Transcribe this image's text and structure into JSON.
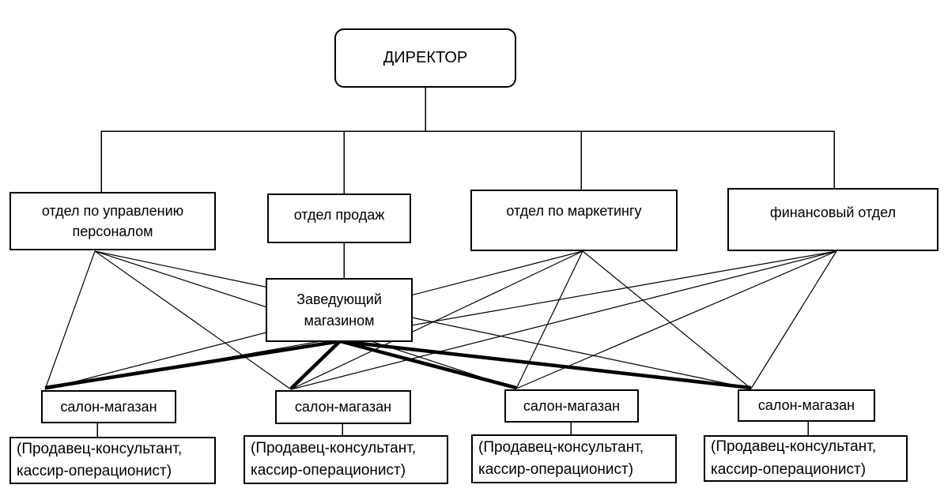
{
  "diagram": {
    "type": "org-chart",
    "director": {
      "id": "director",
      "label": "ДИРЕКТОР"
    },
    "departments": [
      {
        "id": "dept_hr",
        "label": "отдел по управлению\nперсоналом"
      },
      {
        "id": "dept_sales",
        "label": "отдел продаж"
      },
      {
        "id": "dept_marketing",
        "label": "отдел по маркетингу"
      },
      {
        "id": "dept_finance",
        "label": "финансовый отдел"
      }
    ],
    "store_manager": {
      "id": "store_manager",
      "label": "Заведующий\nмагазином"
    },
    "salons": [
      {
        "id": "salon_1",
        "label": "салон-магазан"
      },
      {
        "id": "salon_2",
        "label": "салон-магазан"
      },
      {
        "id": "salon_3",
        "label": "салон-магазан"
      },
      {
        "id": "salon_4",
        "label": "салон-магазан"
      }
    ],
    "staff": [
      {
        "id": "staff_1",
        "label": "(Продавец-консультант,\nкассир-операционист)"
      },
      {
        "id": "staff_2",
        "label": "(Продавец-консультант,\nкассир-операционист)"
      },
      {
        "id": "staff_3",
        "label": "(Продавец-консультант,\nкассир-операционист)"
      },
      {
        "id": "staff_4",
        "label": "(Продавец-консультант,\nкассир-операционист)"
      }
    ],
    "edges": [
      {
        "from": "director",
        "to": "dept_hr",
        "style": "tree"
      },
      {
        "from": "director",
        "to": "dept_sales",
        "style": "tree"
      },
      {
        "from": "director",
        "to": "dept_marketing",
        "style": "tree"
      },
      {
        "from": "director",
        "to": "dept_finance",
        "style": "tree"
      },
      {
        "from": "dept_sales",
        "to": "store_manager",
        "style": "tree"
      },
      {
        "from": "dept_hr",
        "to": "salon_1",
        "style": "thin-diagonal"
      },
      {
        "from": "dept_hr",
        "to": "salon_2",
        "style": "thin-diagonal"
      },
      {
        "from": "dept_hr",
        "to": "salon_3",
        "style": "thin-diagonal"
      },
      {
        "from": "dept_hr",
        "to": "salon_4",
        "style": "thin-diagonal"
      },
      {
        "from": "dept_marketing",
        "to": "salon_1",
        "style": "thin-diagonal"
      },
      {
        "from": "dept_marketing",
        "to": "salon_2",
        "style": "thin-diagonal"
      },
      {
        "from": "dept_marketing",
        "to": "salon_3",
        "style": "thin-diagonal"
      },
      {
        "from": "dept_marketing",
        "to": "salon_4",
        "style": "thin-diagonal"
      },
      {
        "from": "dept_finance",
        "to": "salon_1",
        "style": "thin-diagonal"
      },
      {
        "from": "dept_finance",
        "to": "salon_2",
        "style": "thin-diagonal"
      },
      {
        "from": "dept_finance",
        "to": "salon_3",
        "style": "thin-diagonal"
      },
      {
        "from": "dept_finance",
        "to": "salon_4",
        "style": "thin-diagonal"
      },
      {
        "from": "store_manager",
        "to": "salon_1",
        "style": "thick-diagonal"
      },
      {
        "from": "store_manager",
        "to": "salon_2",
        "style": "thick-diagonal"
      },
      {
        "from": "store_manager",
        "to": "salon_3",
        "style": "thick-diagonal"
      },
      {
        "from": "store_manager",
        "to": "salon_4",
        "style": "thick-diagonal"
      },
      {
        "from": "salon_1",
        "to": "staff_1",
        "style": "tree"
      },
      {
        "from": "salon_2",
        "to": "staff_2",
        "style": "tree"
      },
      {
        "from": "salon_3",
        "to": "staff_3",
        "style": "tree"
      },
      {
        "from": "salon_4",
        "to": "staff_4",
        "style": "tree"
      }
    ]
  },
  "colors": {
    "background": "#ffffff",
    "box_fill": "#ffffff",
    "box_border": "#000000",
    "text": "#000000",
    "line": "#000000"
  }
}
